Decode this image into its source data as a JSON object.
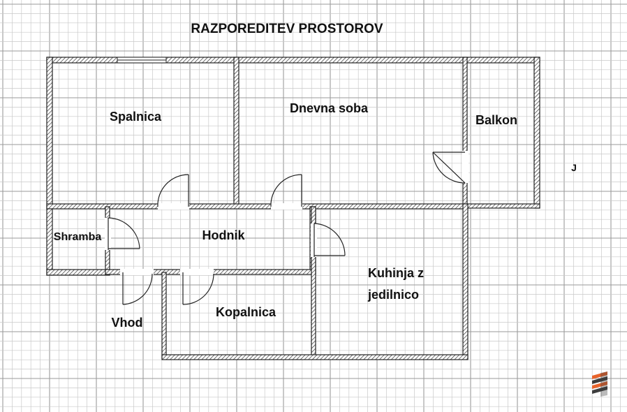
{
  "title": "RAZPOREDITEV PROSTOROV",
  "rooms": [
    {
      "id": "spalnica",
      "label": "Spalnica"
    },
    {
      "id": "dnevna-soba",
      "label": "Dnevna soba"
    },
    {
      "id": "balkon",
      "label": "Balkon"
    },
    {
      "id": "shramba",
      "label": "Shramba"
    },
    {
      "id": "hodnik",
      "label": "Hodnik"
    },
    {
      "id": "kuhinja",
      "label": "Kuhinja z",
      "label2": "jedilnico"
    },
    {
      "id": "vhod",
      "label": "Vhod"
    },
    {
      "id": "kopalnica",
      "label": "Kopalnica"
    }
  ],
  "compass_label": "J",
  "colors": {
    "grid_minor": "#c9c9c9",
    "grid_major": "#9a9a9a",
    "wall": "#222222",
    "text": "#111111",
    "logo_orange": "#e8632b",
    "logo_dark": "#3d3d3d"
  }
}
